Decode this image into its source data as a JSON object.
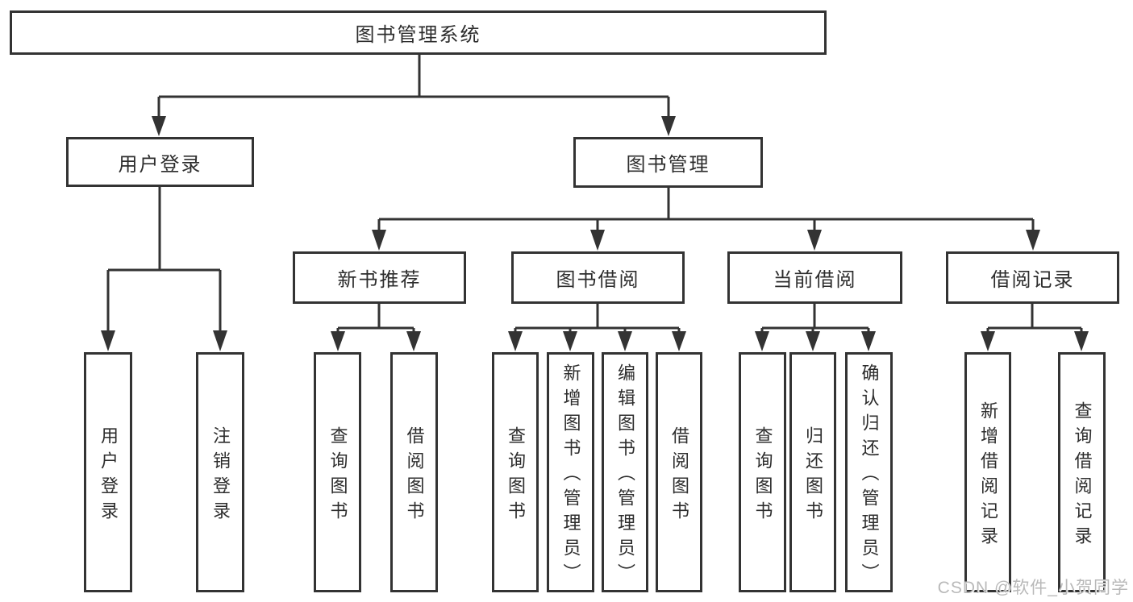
{
  "colors": {
    "line": "#333333",
    "text": "#2d2d2d",
    "watermark": "#b9b9b9",
    "background": "#ffffff"
  },
  "diagram": {
    "root": {
      "label": "图书管理系统"
    },
    "level2": [
      {
        "label": "用户登录"
      },
      {
        "label": "图书管理"
      }
    ],
    "level3": [
      {
        "label": "新书推荐",
        "parent": "图书管理"
      },
      {
        "label": "图书借阅",
        "parent": "图书管理"
      },
      {
        "label": "当前借阅",
        "parent": "图书管理"
      },
      {
        "label": "借阅记录",
        "parent": "图书管理"
      }
    ],
    "leaves": [
      {
        "label": "用户登录",
        "parent": "用户登录"
      },
      {
        "label": "注销登录",
        "parent": "用户登录"
      },
      {
        "label": "查询图书",
        "parent": "新书推荐"
      },
      {
        "label": "借阅图书",
        "parent": "新书推荐"
      },
      {
        "label": "查询图书",
        "parent": "图书借阅"
      },
      {
        "label": "新增图书（管理员）",
        "parent": "图书借阅"
      },
      {
        "label": "编辑图书（管理员）",
        "parent": "图书借阅"
      },
      {
        "label": "借阅图书",
        "parent": "图书借阅"
      },
      {
        "label": "查询图书",
        "parent": "当前借阅"
      },
      {
        "label": "归还图书",
        "parent": "当前借阅"
      },
      {
        "label": "确认归还（管理员）",
        "parent": "当前借阅"
      },
      {
        "label": "新增借阅记录",
        "parent": "借阅记录"
      },
      {
        "label": "查询借阅记录",
        "parent": "借阅记录"
      }
    ]
  },
  "watermark": {
    "text": "CSDN @软件_小贺同学"
  }
}
